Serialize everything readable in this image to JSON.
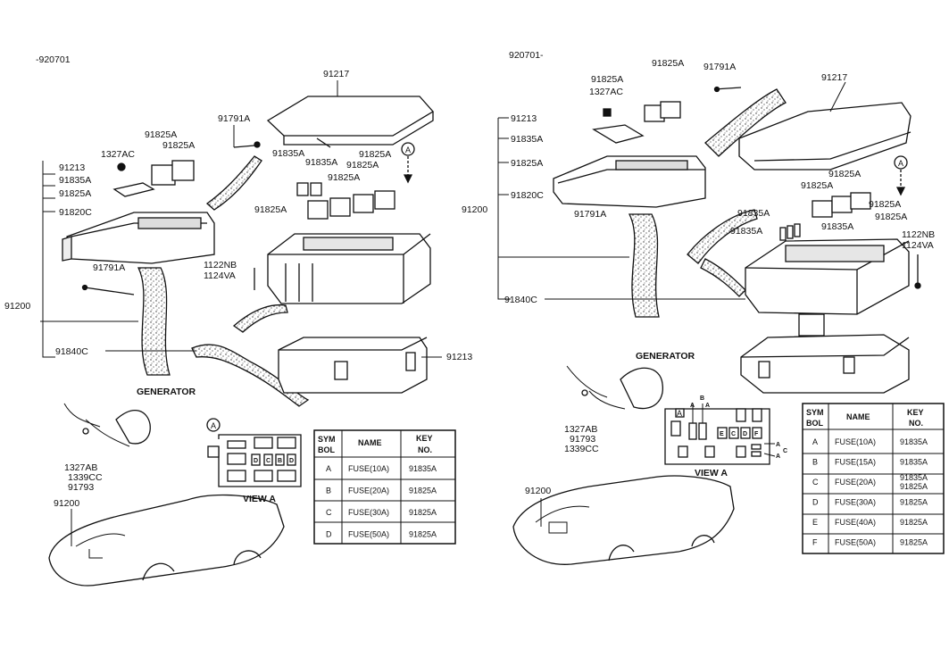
{
  "left": {
    "date_range": "-920701",
    "part_labels": {
      "cover_top": "91217",
      "relay_1": "91825A",
      "relay_2": "91825A",
      "bolt_1": "91791A",
      "nut": "1327AC",
      "fuse_1": "91835A",
      "fuse_2": "91835A",
      "relay_3": "91825A",
      "relay_4": "91825A",
      "relay_5": "91825A",
      "relay_6": "91825A",
      "stack_1": "91213",
      "stack_2": "91835A",
      "stack_3": "91825A",
      "stack_4": "91820C",
      "bolt_2": "91791A",
      "screw_1": "1122NB",
      "screw_2": "1124VA",
      "harness": "91200",
      "harness_2": "91840C",
      "lower_cover": "91213",
      "gen_part_1": "1327AB",
      "gen_part_2": "1339CC",
      "gen_part_3": "91793",
      "car_harness": "91200"
    },
    "generator_label": "GENERATOR",
    "view_label": "VIEW A",
    "arrow_label": "A",
    "view_fuse_letters": [
      "D",
      "C",
      "B",
      "D"
    ],
    "table": {
      "headers": [
        "SYM BOL",
        "NAME",
        "KEY NO."
      ],
      "rows": [
        [
          "A",
          "FUSE(10A)",
          "91835A"
        ],
        [
          "B",
          "FUSE(20A)",
          "91825A"
        ],
        [
          "C",
          "FUSE(30A)",
          "91825A"
        ],
        [
          "D",
          "FUSE(50A)",
          "91825A"
        ]
      ]
    }
  },
  "right": {
    "date_range": "920701-",
    "part_labels": {
      "relay_top_1": "91825A",
      "relay_top_2": "91825A",
      "bolt_1": "91791A",
      "nut": "1327AC",
      "cover_top": "91217",
      "stack_1": "91213",
      "stack_2": "91835A",
      "stack_3": "91825A",
      "stack_4": "91820C",
      "harness": "91200",
      "bolt_2": "91791A",
      "relay_a": "91825A",
      "relay_b": "91825A",
      "relay_c": "91825A",
      "relay_d": "91825A",
      "fuse_1": "91835A",
      "fuse_2": "91835A",
      "fuse_3": "91835A",
      "screw_1": "1122NB",
      "screw_2": "1124VA",
      "harness_2": "91840C",
      "gen_part_1": "1327AB",
      "gen_part_2": "91793",
      "gen_part_3": "1339CC",
      "car_harness": "91200"
    },
    "generator_label": "GENERATOR",
    "view_label": "VIEW A",
    "arrow_label": "A",
    "view_fuse_letters": [
      "E",
      "C",
      "D",
      "F"
    ],
    "table": {
      "headers": [
        "SYM BOL",
        "NAME",
        "KEY NO."
      ],
      "rows": [
        [
          "A",
          "FUSE(10A)",
          "91835A"
        ],
        [
          "B",
          "FUSE(15A)",
          "91835A"
        ],
        [
          "C",
          "FUSE(20A)",
          "91835A 91825A"
        ],
        [
          "D",
          "FUSE(30A)",
          "91825A"
        ],
        [
          "E",
          "FUSE(40A)",
          "91825A"
        ],
        [
          "F",
          "FUSE(50A)",
          "91825A"
        ]
      ]
    }
  }
}
